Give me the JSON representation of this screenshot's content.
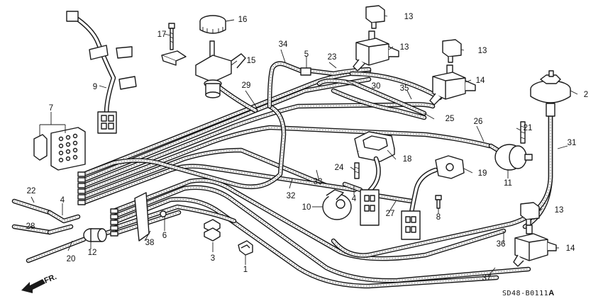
{
  "diagram": {
    "drawing_code": "SD48-B0111",
    "drawing_code_suffix": "A",
    "direction_label": "FR.",
    "callouts": [
      "1",
      "2",
      "3",
      "4",
      "4",
      "5",
      "6",
      "7",
      "8",
      "9",
      "10",
      "11",
      "12",
      "13",
      "13",
      "13",
      "13",
      "14",
      "14",
      "15",
      "16",
      "17",
      "18",
      "19",
      "20",
      "21",
      "22",
      "23",
      "24",
      "25",
      "26",
      "27",
      "28",
      "29",
      "30",
      "31",
      "32",
      "33",
      "34",
      "35",
      "36",
      "37",
      "38",
      "39"
    ]
  }
}
